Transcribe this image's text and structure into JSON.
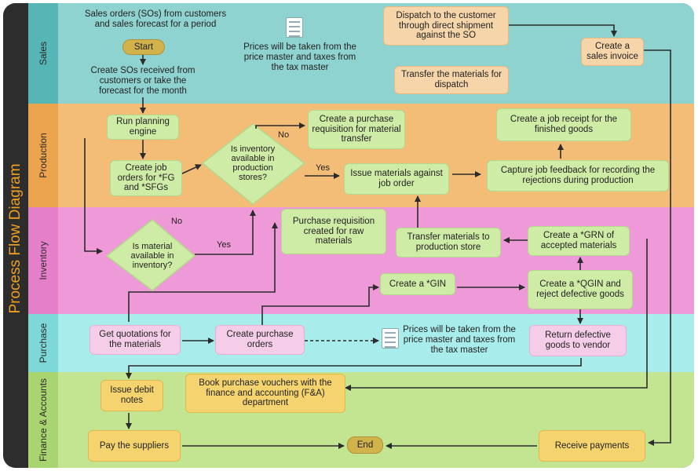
{
  "title": "Process Flow Diagram",
  "lanes": {
    "sales": "Sales",
    "production": "Production",
    "inventory": "Inventory",
    "purchase": "Purchase",
    "finance": "Finance & Accounts"
  },
  "sales": {
    "intro": "Sales orders (SOs) from customers and sales forecast for a period",
    "start": "Start",
    "create_sos": "Create SOs received from customers or take the forecast for the month",
    "prices_note": "Prices will be taken from the price master and taxes from the tax master",
    "dispatch": "Dispatch to the customer through direct shipment against the SO",
    "invoice": "Create a sales invoice",
    "transfer_dispatch": "Transfer the materials for dispatch"
  },
  "production": {
    "run_planning": "Run planning engine",
    "job_orders": "Create job orders for *FG and *SFGs",
    "decision": "Is inventory available in production stores?",
    "no": "No",
    "yes": "Yes",
    "purchase_req": "Create a purchase requisition for material transfer",
    "issue_materials": "Issue materials against job order",
    "capture_feedback": "Capture job feedback for recording the rejections during production",
    "job_receipt": "Create a job receipt for the finished goods"
  },
  "inventory": {
    "decision": "Is material available in inventory?",
    "no": "No",
    "yes": "Yes",
    "pr_raw": "Purchase requisition created for raw materials",
    "transfer_store": "Transfer materials to production store",
    "grn": "Create a *GRN of accepted materials",
    "gin": "Create a *GIN",
    "qgin": "Create a *QGIN and reject defective goods"
  },
  "purchase": {
    "quotations": "Get quotations for the materials",
    "create_po": "Create purchase orders",
    "prices_note": "Prices will be taken from the price master and taxes from the tax master",
    "return": "Return defective goods to vendor"
  },
  "finance": {
    "debit_notes": "Issue debit notes",
    "book_vouchers": "Book purchase vouchers with the finance and accounting (F&A) department",
    "pay_suppliers": "Pay the suppliers",
    "end": "End",
    "receive_payments": "Receive payments"
  },
  "colors": {
    "sales": "#8fd3d0",
    "production": "#f4bd77",
    "inventory": "#ef9ad8",
    "purchase": "#a9ecec",
    "finance": "#c3e591",
    "title": "#f0a020"
  }
}
